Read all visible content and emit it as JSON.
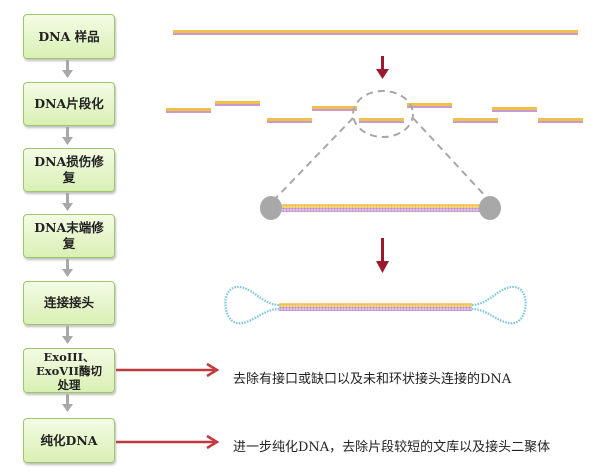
{
  "steps": [
    {
      "id": "dna-sample",
      "label": "DNA 样品"
    },
    {
      "id": "dna-fragmentation",
      "label": "DNA片段化"
    },
    {
      "id": "dna-damage-repair",
      "label": "DNA损伤修复"
    },
    {
      "id": "dna-end-repair",
      "label": "DNA末端修复"
    },
    {
      "id": "adapter-ligation",
      "label": "连接接头"
    },
    {
      "id": "exo-digestion",
      "label": "ExoIII、ExoVII酶切处理"
    },
    {
      "id": "purify-dna",
      "label": "纯化DNA"
    }
  ],
  "annotations": [
    {
      "step": "exo-digestion",
      "text": "去除有接口或缺口以及未和环状接头连接的DNA"
    },
    {
      "step": "purify-dna",
      "text": "进一步纯化DNA，去除片段较短的文库以及接头二聚体"
    }
  ],
  "colors": {
    "step_border": "#9cc76a",
    "step_fill_top": "#f4fbe5",
    "step_fill_bottom": "#d9f0b4",
    "flow_arrow": "#a8a8a8",
    "strand_top": "#f0c04a",
    "strand_bottom": "#c99ad0",
    "adapter_loop": "#7ec8de",
    "process_arrow": "#9b1a2e",
    "annotation_arrow": "#c0393b",
    "dashed_zoom": "#a8a8a8",
    "end_cap": "#a8a8a8"
  }
}
